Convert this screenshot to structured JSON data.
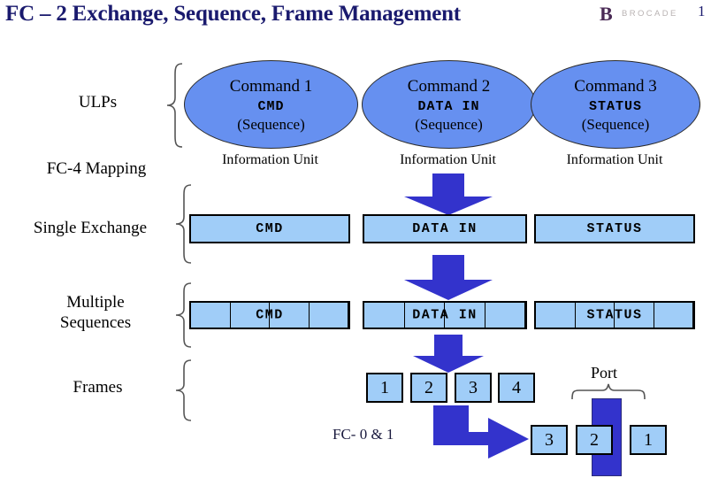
{
  "header": {
    "title": "FC – 2 Exchange, Sequence, Frame Management",
    "logo_mark": "B",
    "logo_word": "BROCADE",
    "page_number": "1"
  },
  "layer_labels": {
    "ulps": "ULPs",
    "fc4_mapping": "FC-4 Mapping",
    "single_exchange": "Single Exchange",
    "multiple_sequences_line1": "Multiple",
    "multiple_sequences_line2": "Sequences",
    "frames": "Frames"
  },
  "ulps_row": {
    "information_unit_caption": "Information Unit",
    "ellipses": [
      {
        "title": "Command 1",
        "code": "CMD",
        "subtitle": "(Sequence)",
        "caption": "Information Unit"
      },
      {
        "title": "Command 2",
        "code": "DATA IN",
        "subtitle": "(Sequence)",
        "caption": "Information Unit"
      },
      {
        "title": "Command 3",
        "code": "STATUS",
        "subtitle": "(Sequence)",
        "caption": "Information Unit"
      }
    ]
  },
  "single_exchange_row": {
    "bars": [
      {
        "label": "CMD"
      },
      {
        "label": "DATA IN"
      },
      {
        "label": "STATUS"
      }
    ]
  },
  "multiple_sequences_row": {
    "segments_per_bar": 4,
    "bars": [
      {
        "label": "CMD"
      },
      {
        "label": "DATA IN"
      },
      {
        "label": "STATUS"
      }
    ]
  },
  "frames_row": {
    "frames": [
      "1",
      "2",
      "3",
      "4"
    ]
  },
  "physical_row": {
    "fc_label": "FC- 0 & 1",
    "port_label": "Port",
    "frames": [
      "3",
      "2",
      "1"
    ]
  },
  "colors": {
    "title": "#1a1a6e",
    "ellipse_fill": "#6690f0",
    "bar_fill": "#a0cdf8",
    "arrow_fill": "#3333cc",
    "outline": "#000000",
    "logo_word": "#b9b3b3"
  }
}
